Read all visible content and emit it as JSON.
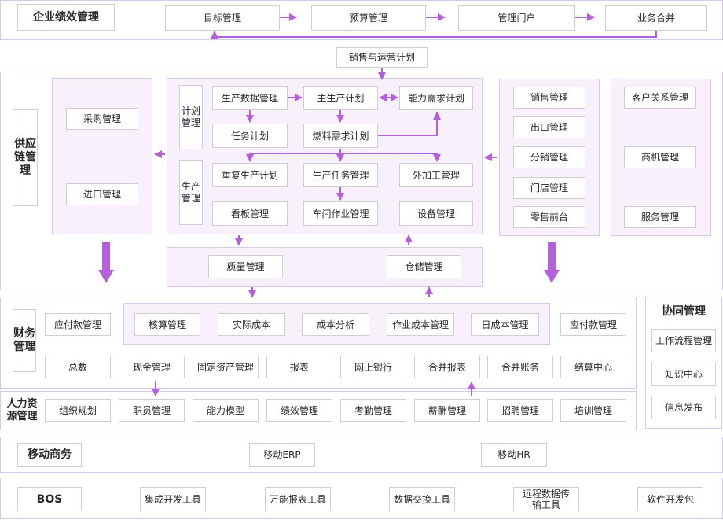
{
  "accent": "#b45fdc",
  "perf": {
    "title": "企业绩效管理",
    "items": [
      "目标管理",
      "预算管理",
      "管理门户",
      "业务合并"
    ]
  },
  "sales_plan": "销售与运营计划",
  "supply": {
    "title": "供应链管理",
    "purchase": [
      "采购管理",
      "进口管理"
    ],
    "plan_label": "计划管理",
    "prod_label": "生产管理",
    "plan": [
      "生产数据管理",
      "主生产计划",
      "能力需求计划",
      "任务计划",
      "燃料需求计划"
    ],
    "prod": [
      "重复生产计划",
      "生产任务管理",
      "外加工管理",
      "看板管理",
      "车间作业管理",
      "设备管理"
    ],
    "quality": "质量管理",
    "storage": "仓储管理",
    "sales": [
      "销售管理",
      "出口管理",
      "分销管理",
      "门店管理",
      "零售前台"
    ],
    "crm": [
      "客户关系管理",
      "商机管理",
      "服务管理"
    ]
  },
  "finance": {
    "title": "财务管理",
    "ap_left": "应付款管理",
    "cost": [
      "核算管理",
      "实际成本",
      "成本分析",
      "作业成本管理",
      "日成本管理"
    ],
    "ap_right": "应付款管理",
    "row2": [
      "总数",
      "现金管理",
      "固定资产管理",
      "报表",
      "网上银行",
      "合并报表",
      "合并账务",
      "结算中心"
    ]
  },
  "hr": {
    "title": "人力资源管理",
    "items": [
      "组织规划",
      "职员管理",
      "能力模型",
      "绩效管理",
      "考勤管理",
      "薪酬管理",
      "招聘管理",
      "培训管理"
    ]
  },
  "collab": {
    "title": "协同管理",
    "items": [
      "工作流程管理",
      "知识中心",
      "信息发布"
    ]
  },
  "mobile": {
    "title": "移动商务",
    "items": [
      "移动ERP",
      "移动HR"
    ]
  },
  "bos": {
    "title": "BOS",
    "items": [
      "集成开发工具",
      "万能报表工具",
      "数据交换工具",
      "远程数据传输工具",
      "软件开发包"
    ]
  }
}
